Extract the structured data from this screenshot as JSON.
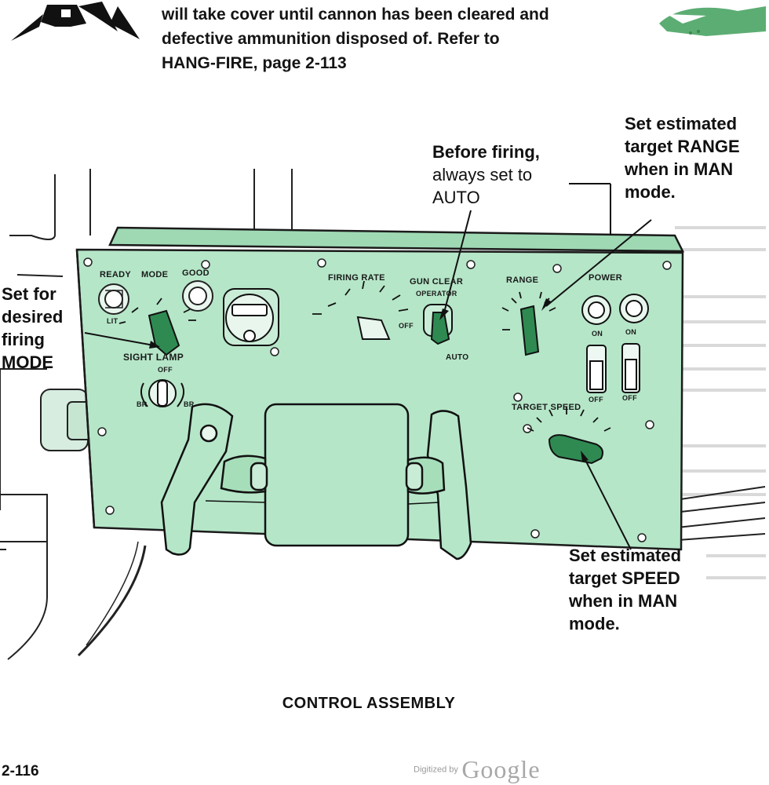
{
  "warning": {
    "lines": [
      "will take cover until cannon has been cleared and",
      "defective ammunition disposed of.  Refer to",
      "HANG-FIRE, page 2-113"
    ]
  },
  "callouts": {
    "auto": [
      "Before firing,",
      "always set to",
      "AUTO"
    ],
    "range": [
      "Set estimated",
      "target RANGE",
      "when in MAN",
      "mode."
    ],
    "mode": [
      "Set for",
      "desired",
      "firing",
      "MODE"
    ],
    "speed": [
      "Set estimated",
      "target SPEED",
      "when in MAN",
      "mode."
    ]
  },
  "panel_labels": {
    "ready": "READY",
    "mode": "MODE",
    "good": "GOOD",
    "lit": "LIT",
    "sight_lamp": "SIGHT LAMP",
    "off_lamp": "OFF",
    "br_left": "BR",
    "br_right": "BR",
    "firing_rate": "FIRING RATE",
    "off_rate": "OFF",
    "gun_clear": "GUN CLEAR",
    "operator": "OPERATOR",
    "auto": "AUTO",
    "range": "RANGE",
    "power": "POWER",
    "on_left": "ON",
    "on_right": "ON",
    "off_left": "OFF",
    "off_right": "OFF",
    "target_speed": "TARGET SPEED"
  },
  "caption": "CONTROL ASSEMBLY",
  "page_number": "2-116",
  "watermark": {
    "digitized_by": "Digitized by",
    "google": "Google"
  },
  "colors": {
    "panel": "#b5e6c8",
    "panel_dark": "#96d4ae",
    "knob_green": "#2f8a52",
    "ink": "#111111"
  }
}
